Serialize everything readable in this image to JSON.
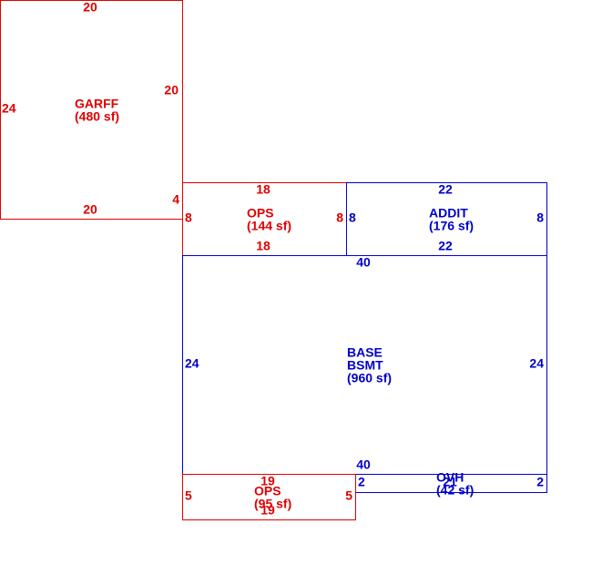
{
  "colors": {
    "red": "#e00000",
    "blue": "#0000cc"
  },
  "areas": {
    "garff": {
      "name": "GARFF",
      "area": "(480 sf)",
      "color": "red",
      "dims": {
        "top": "20",
        "bottom": "20",
        "left": "24",
        "right": "20",
        "right_lower": "4"
      }
    },
    "ops_upper": {
      "name": "OPS",
      "area": "(144 sf)",
      "color": "red",
      "dims": {
        "top": "18",
        "bottom": "18",
        "left": "8",
        "right": "8"
      }
    },
    "addit": {
      "name": "ADDIT",
      "area": "(176 sf)",
      "color": "blue",
      "dims": {
        "top": "22",
        "bottom": "22",
        "left": "8",
        "right": "8"
      }
    },
    "base": {
      "name_line1": "BASE",
      "name_line2": "BSMT",
      "area": "(960 sf)",
      "color": "blue",
      "dims": {
        "top": "40",
        "bottom": "40",
        "left": "24",
        "right": "24"
      }
    },
    "ovh": {
      "name": "OVH",
      "area": "(42 sf)",
      "color": "blue",
      "dims": {
        "top": "21",
        "left": "2",
        "right": "2"
      }
    },
    "ops_lower": {
      "name": "OPS",
      "area": "(95 sf)",
      "color": "red",
      "dims": {
        "top": "19",
        "bottom": "19",
        "left": "5",
        "right": "5"
      }
    }
  }
}
